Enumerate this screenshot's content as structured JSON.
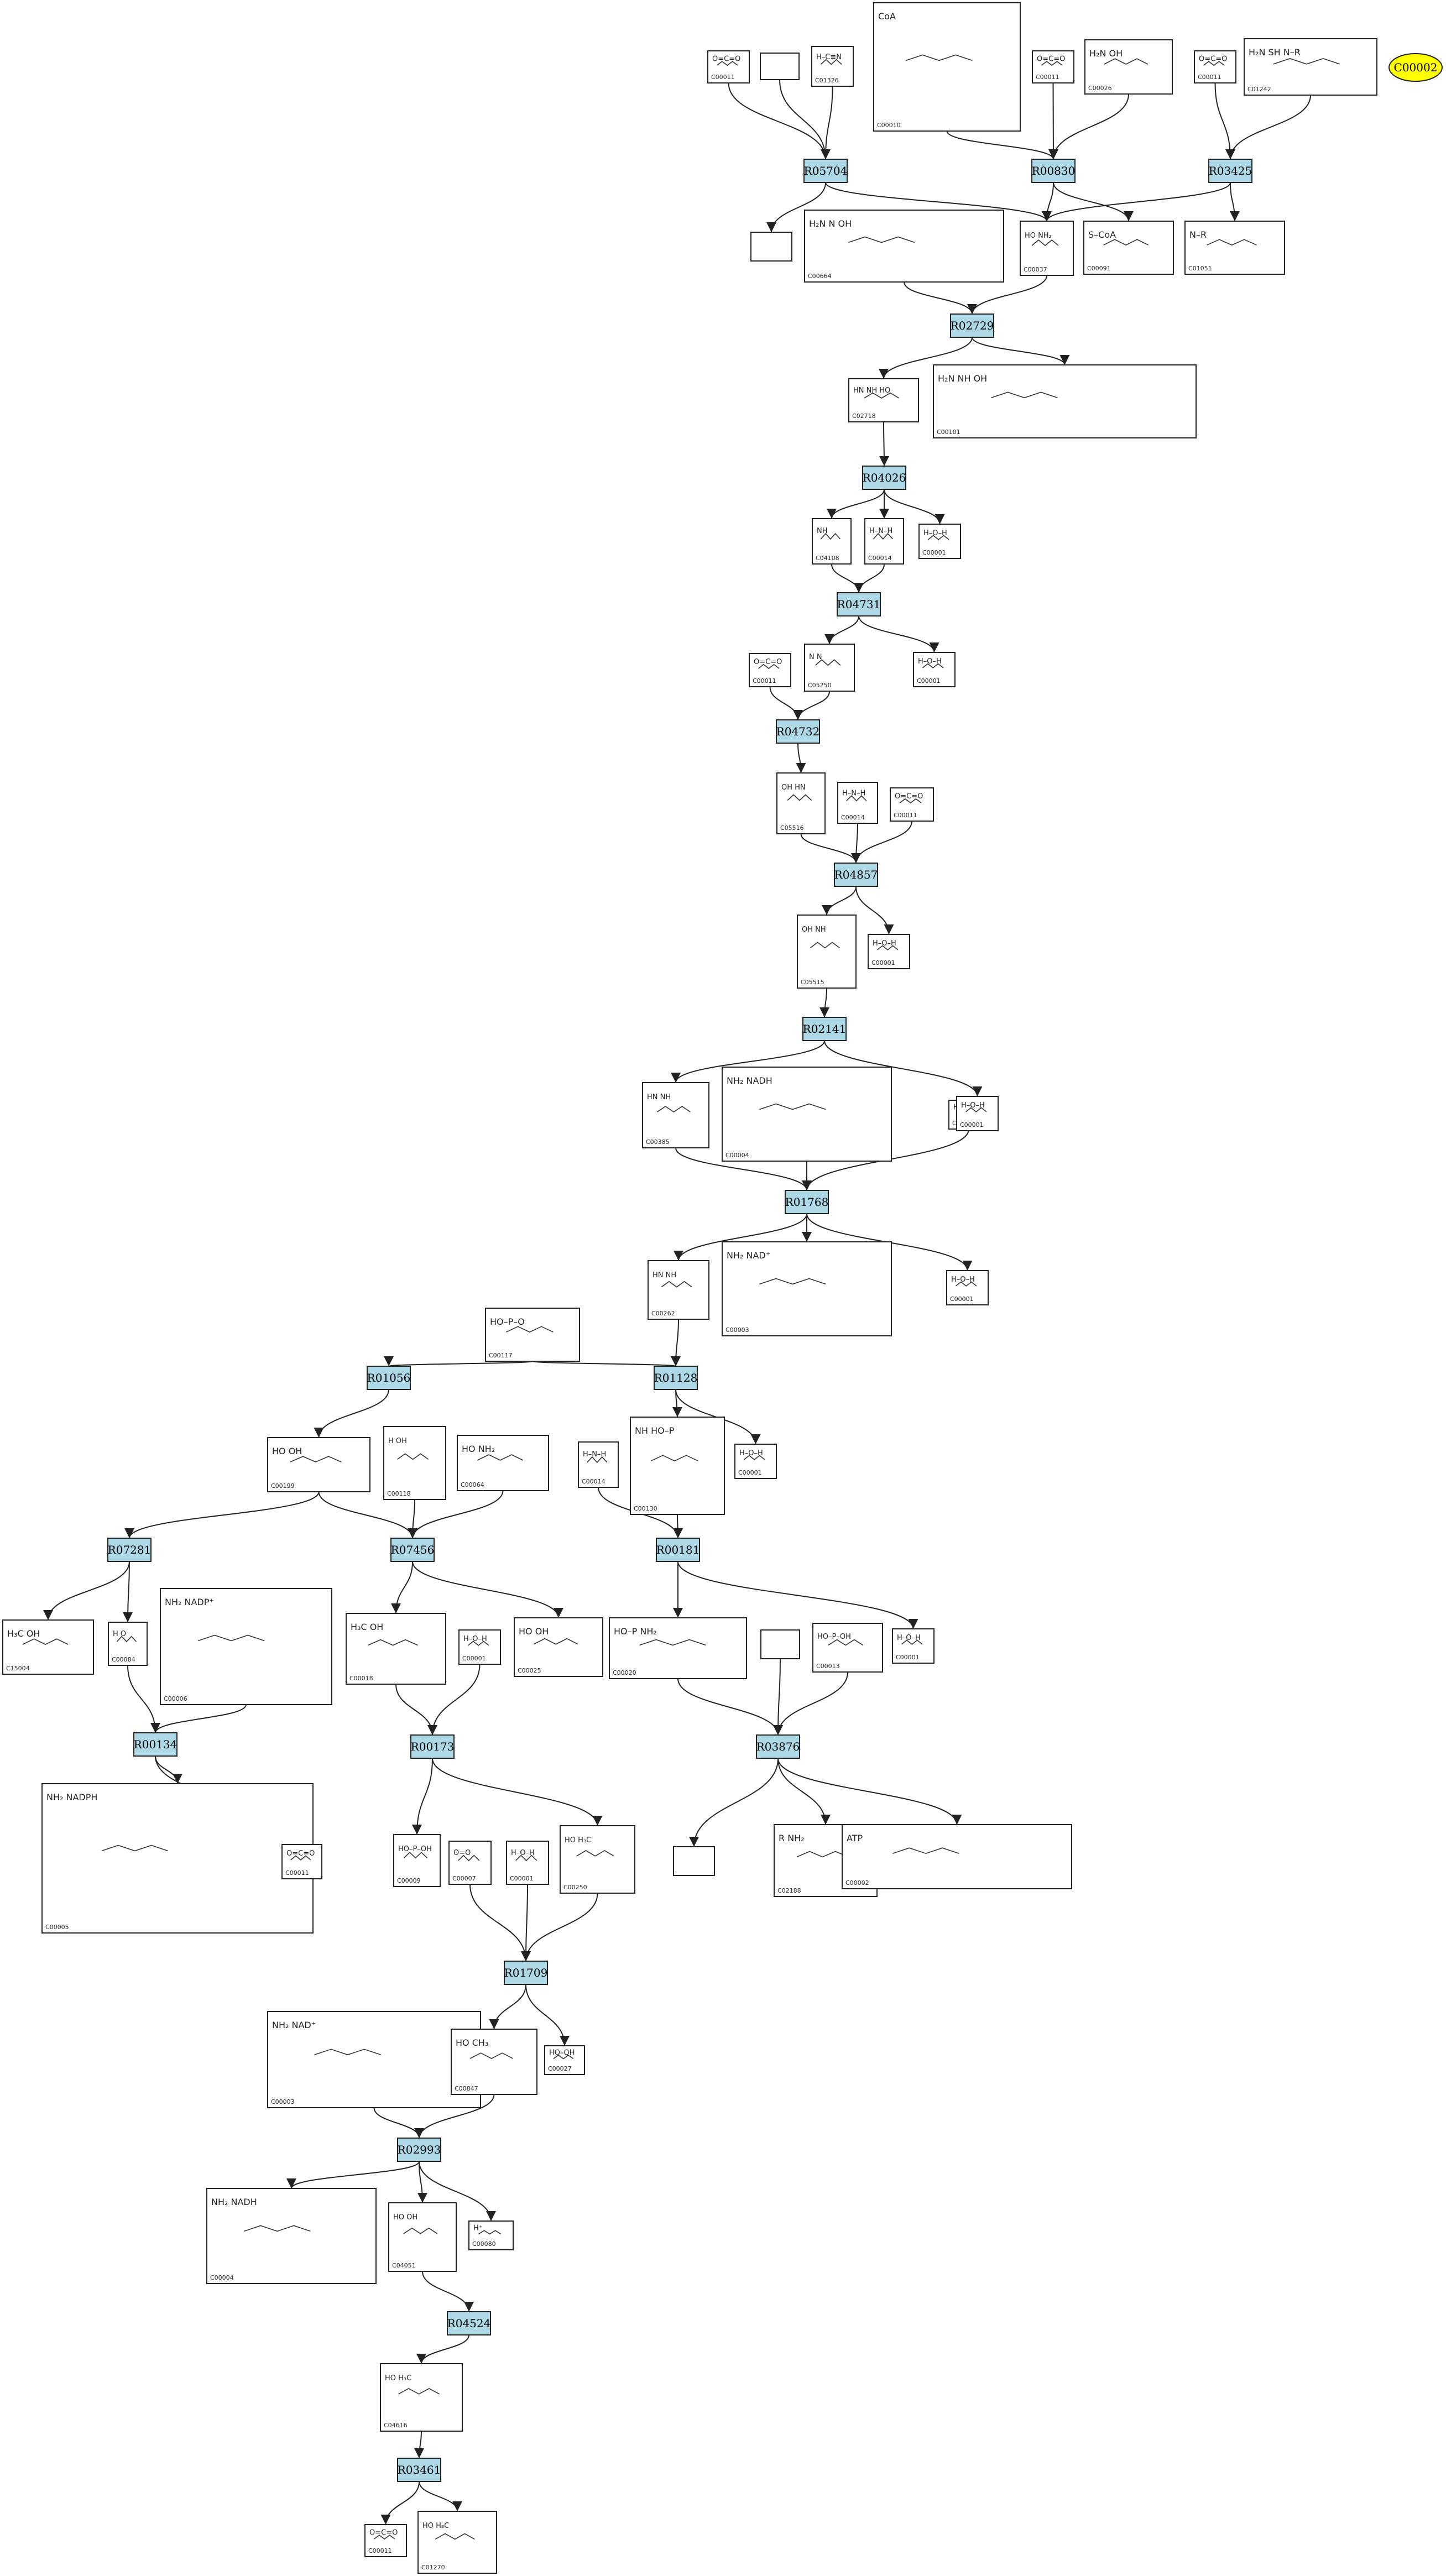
{
  "target": "C00002",
  "reactions": [
    "R05704",
    "R00830",
    "R03425",
    "R02729",
    "R04026",
    "R04731",
    "R04732",
    "R04857",
    "R02141",
    "R01768",
    "R01128",
    "R01056",
    "R07281",
    "R07456",
    "R00181",
    "R00134",
    "R00173",
    "R03876",
    "R01709",
    "R02993",
    "R04524",
    "R03461"
  ],
  "compounds": [
    {
      "label": "C00011",
      "s": "O=C=O"
    },
    {
      "label": "",
      "s": ""
    },
    {
      "label": "C01326",
      "s": "H–C≡N"
    },
    {
      "label": "C00010",
      "s": "CoA"
    },
    {
      "label": "C00011",
      "s": "O=C=O"
    },
    {
      "label": "C00026",
      "s": "H₂N   OH"
    },
    {
      "label": "C00011",
      "s": "O=C=O"
    },
    {
      "label": "C01242",
      "s": "H₂N  SH  N–R"
    },
    {
      "label": "",
      "s": ""
    },
    {
      "label": "C00664",
      "s": "H₂N  N  OH"
    },
    {
      "label": "C00037",
      "s": "HO  NH₂"
    },
    {
      "label": "C00091",
      "s": "S–CoA"
    },
    {
      "label": "C01051",
      "s": "N–R"
    },
    {
      "label": "C02718",
      "s": "HN  NH  HO"
    },
    {
      "label": "C00101",
      "s": "H₂N  NH  OH"
    },
    {
      "label": "C04108",
      "s": "NH"
    },
    {
      "label": "C00014",
      "s": "H–N–H"
    },
    {
      "label": "C00001",
      "s": "H–O–H"
    },
    {
      "label": "C00011",
      "s": "O=C=O"
    },
    {
      "label": "C05250",
      "s": "N  N"
    },
    {
      "label": "C00001",
      "s": "H–O–H"
    },
    {
      "label": "C05516",
      "s": "OH  HN"
    },
    {
      "label": "C00014",
      "s": "H–N–H"
    },
    {
      "label": "C00011",
      "s": "O=C=O"
    },
    {
      "label": "C05515",
      "s": "OH  NH"
    },
    {
      "label": "C00001",
      "s": "H–O–H"
    },
    {
      "label": "C00385",
      "s": "HN  NH"
    },
    {
      "label": "C00004",
      "s": "NH₂  NADH"
    },
    {
      "label": "C00080",
      "s": "H⁺"
    },
    {
      "label": "C00001",
      "s": "H–O–H"
    },
    {
      "label": "C00262",
      "s": "HN  NH"
    },
    {
      "label": "C00003",
      "s": "NH₂  NAD⁺"
    },
    {
      "label": "C00001",
      "s": "H–O–H"
    },
    {
      "label": "C00117",
      "s": "HO–P–O"
    },
    {
      "label": "C00199",
      "s": "HO  OH"
    },
    {
      "label": "C00118",
      "s": "H  OH"
    },
    {
      "label": "C00064",
      "s": "HO  NH₂"
    },
    {
      "label": "C00130",
      "s": "NH  HO–P"
    },
    {
      "label": "C00014",
      "s": "H–N–H"
    },
    {
      "label": "C00001",
      "s": "H–O–H"
    },
    {
      "label": "C15004",
      "s": "H₃C  OH"
    },
    {
      "label": "C00084",
      "s": "H  O"
    },
    {
      "label": "C00006",
      "s": "NH₂  NADP⁺"
    },
    {
      "label": "C00018",
      "s": "H₃C  OH"
    },
    {
      "label": "C00001",
      "s": "H–O–H"
    },
    {
      "label": "C00025",
      "s": "HO  OH"
    },
    {
      "label": "C00020",
      "s": "HO–P  NH₂"
    },
    {
      "label": "",
      "s": ""
    },
    {
      "label": "C00013",
      "s": "HO–P–OH"
    },
    {
      "label": "C00001",
      "s": "H–O–H"
    },
    {
      "label": "C00005",
      "s": "NH₂  NADPH"
    },
    {
      "label": "C00011",
      "s": "O=C=O"
    },
    {
      "label": "C00009",
      "s": "HO–P–OH"
    },
    {
      "label": "C00007",
      "s": "O=O"
    },
    {
      "label": "C00001",
      "s": "H–O–H"
    },
    {
      "label": "C00250",
      "s": "HO  H₃C"
    },
    {
      "label": "",
      "s": ""
    },
    {
      "label": "C02188",
      "s": "R  NH₂"
    },
    {
      "label": "C00002",
      "s": "ATP"
    },
    {
      "label": "C00003",
      "s": "NH₂  NAD⁺"
    },
    {
      "label": "C00847",
      "s": "HO  CH₃"
    },
    {
      "label": "C00027",
      "s": "HO–OH"
    },
    {
      "label": "C00004",
      "s": "NH₂  NADH"
    },
    {
      "label": "C04051",
      "s": "HO  OH"
    },
    {
      "label": "C00080",
      "s": "H⁺"
    },
    {
      "label": "C04616",
      "s": "HO  H₃C"
    },
    {
      "label": "C00011",
      "s": "O=C=O"
    },
    {
      "label": "C01270",
      "s": "HO  H₃C"
    }
  ]
}
